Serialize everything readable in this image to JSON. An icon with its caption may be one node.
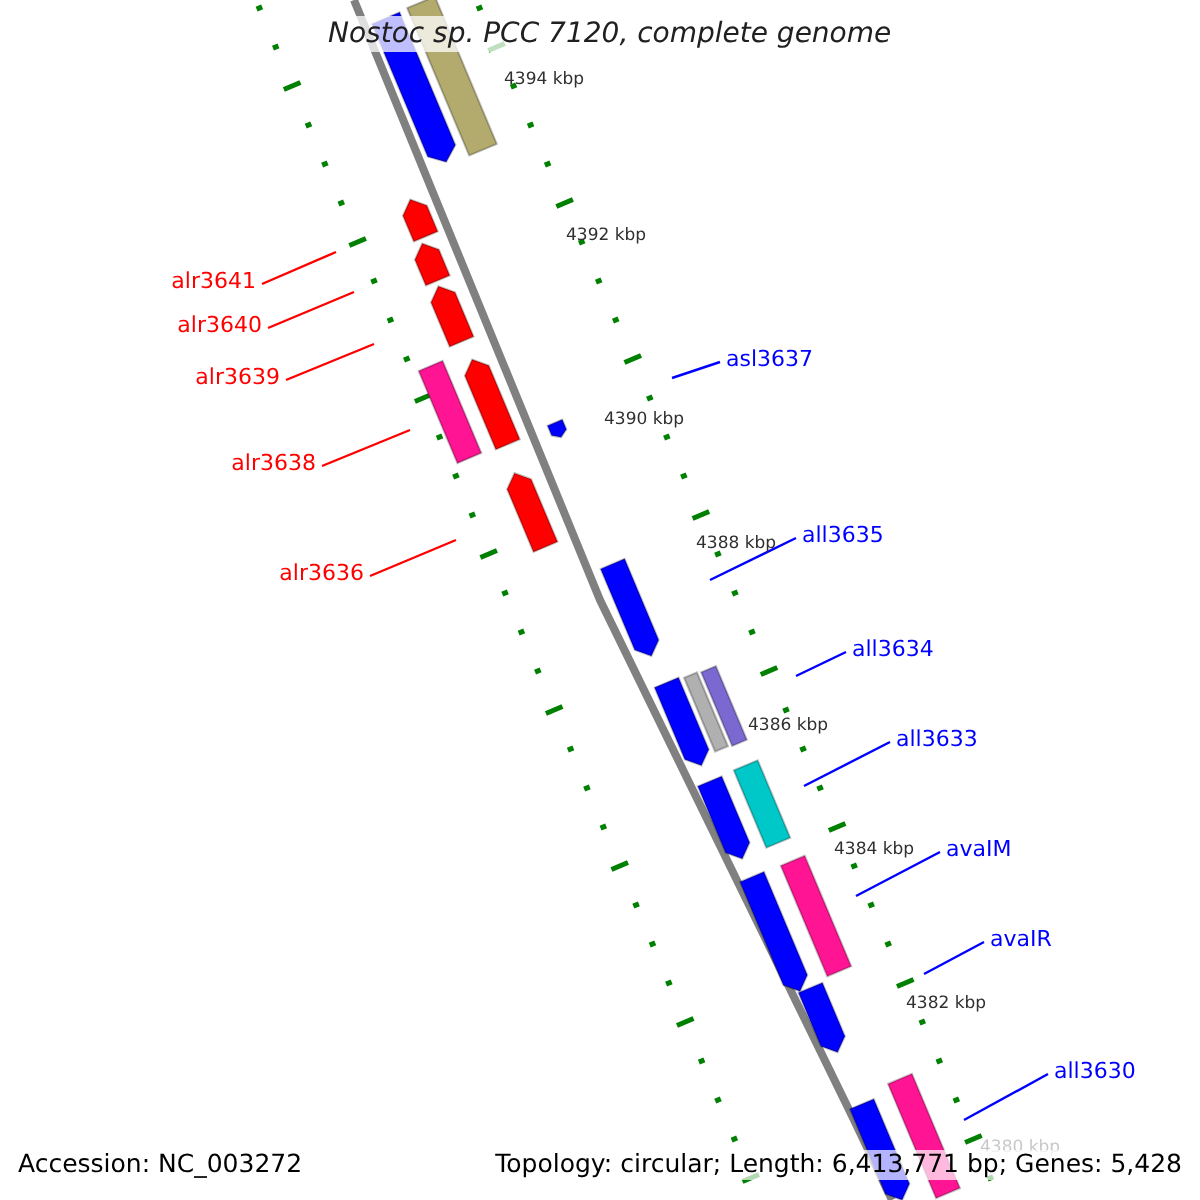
{
  "diagram": {
    "title": "Nostoc sp. PCC 7120, complete genome",
    "nodes": [
      {
        "text": [
          "alr3641"
        ]
      },
      {
        "text": [
          "alr3640"
        ]
      },
      {
        "text": [
          "alr3639"
        ]
      },
      {
        "text": [
          "alr3638"
        ]
      },
      {
        "text": [
          "alr3636"
        ]
      },
      {
        "text": [
          "asl3637"
        ]
      },
      {
        "text": [
          "all3635"
        ]
      },
      {
        "text": [
          "all3634"
        ]
      },
      {
        "text": [
          "all3633"
        ]
      },
      {
        "text": [
          "avaIM"
        ]
      },
      {
        "text": [
          "avaIR"
        ]
      },
      {
        "text": [
          "all3630"
        ]
      }
    ],
    "edges": [
      {
        "from": 0,
        "to": null,
        "arrow": "none",
        "color": "#ff0000"
      },
      {
        "from": 1,
        "to": null,
        "arrow": "none",
        "color": "#ff0000"
      },
      {
        "from": 2,
        "to": null,
        "arrow": "none",
        "color": "#ff0000"
      },
      {
        "from": 3,
        "to": null,
        "arrow": "none",
        "color": "#ff0000"
      },
      {
        "from": 4,
        "to": null,
        "arrow": "none",
        "color": "#ff0000"
      },
      {
        "from": 5,
        "to": null,
        "arrow": "none"
      },
      {
        "from": 6,
        "to": null,
        "arrow": "none"
      },
      {
        "from": 7,
        "to": null,
        "arrow": "none"
      },
      {
        "from": 8,
        "to": null,
        "arrow": "none"
      },
      {
        "from": 9,
        "to": null,
        "arrow": "none"
      },
      {
        "from": 10,
        "to": null,
        "arrow": "none"
      },
      {
        "from": 11,
        "to": null,
        "arrow": "none"
      }
    ],
    "labels": [
      "4394 kbp",
      "4392 kbp",
      "4390 kbp",
      "4388 kbp",
      "4386 kbp",
      "4384 kbp",
      "4382 kbp",
      "4380 kbp",
      "Accession: NC_003272",
      "Topology: circular; Length: 6,413,771 bp; Genes: 5,428"
    ]
  }
}
